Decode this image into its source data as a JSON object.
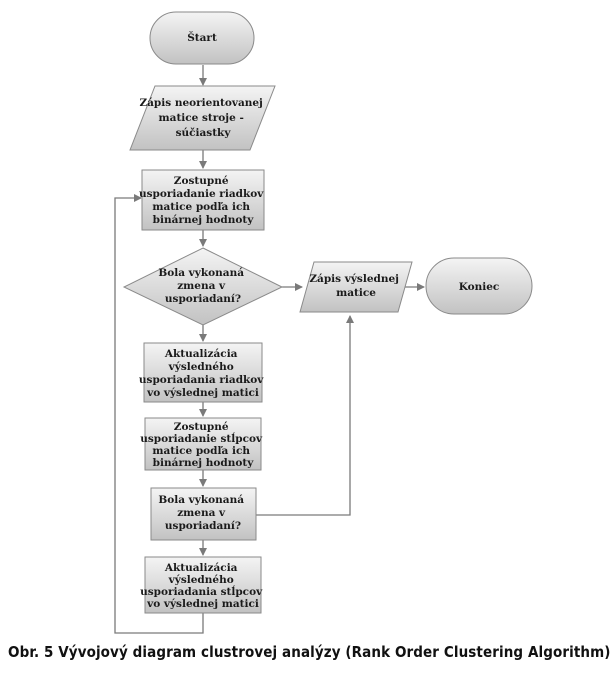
{
  "nodes": {
    "start": {
      "shape": "terminator",
      "lines": [
        "Štart"
      ]
    },
    "input": {
      "shape": "data",
      "lines": [
        "Zápis neorientovanej",
        "matice stroje -",
        "súčiastky"
      ]
    },
    "sort_rows": {
      "shape": "process",
      "lines": [
        "Zostupné",
        "usporiadanie riadkov",
        "matice podľa ich",
        "binárnej hodnoty"
      ]
    },
    "decision1": {
      "shape": "decision",
      "lines": [
        "Bola vykonaná",
        "zmena v",
        "usporiadaní?"
      ]
    },
    "output": {
      "shape": "data",
      "lines": [
        "Zápis výslednej",
        "matice"
      ]
    },
    "end": {
      "shape": "terminator",
      "lines": [
        "Koniec"
      ]
    },
    "update_rows": {
      "shape": "process",
      "lines": [
        "Aktualizácia",
        "výsledného",
        "usporiadania riadkov",
        "vo výslednej matici"
      ]
    },
    "sort_cols": {
      "shape": "process",
      "lines": [
        "Zostupné",
        "usporiadanie stĺpcov",
        "matice podľa ich",
        "binárnej hodnoty"
      ]
    },
    "decision2": {
      "shape": "process",
      "lines": [
        "Bola vykonaná",
        "zmena v",
        "usporiadaní?"
      ]
    },
    "update_cols": {
      "shape": "process",
      "lines": [
        "Aktualizácia",
        "výsledného",
        "usporiadania stĺpcov",
        "vo výslednej matici"
      ]
    }
  },
  "caption": "Obr. 5 Vývojový diagram clustrovej analýzy (Rank Order Clustering Algorithm)",
  "colors": {
    "shape_fill_light": "#f2f2f2",
    "shape_fill_dark": "#c4c4c4",
    "stroke": "#8a8a8a",
    "connector": "#7a7a7a",
    "text": "#1a1a1a"
  }
}
